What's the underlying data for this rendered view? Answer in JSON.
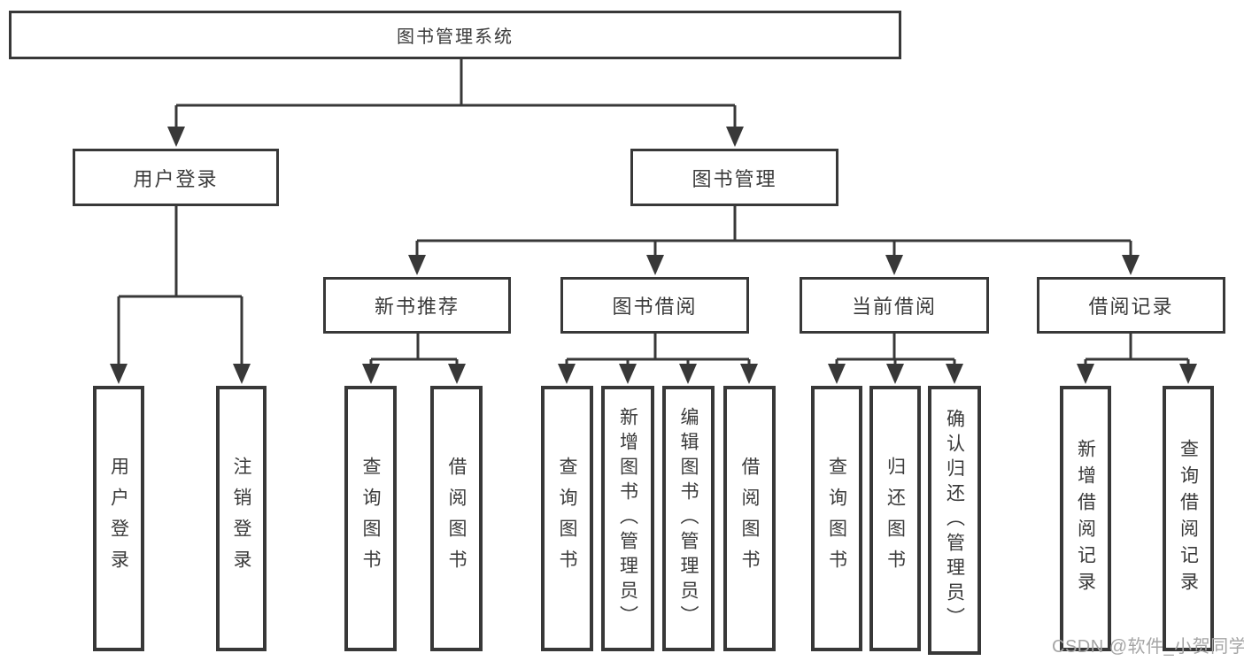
{
  "tree": {
    "label": "图书管理系统",
    "children": [
      {
        "label": "用户登录",
        "children": [
          {
            "label": "用户登录"
          },
          {
            "label": "注销登录"
          }
        ]
      },
      {
        "label": "图书管理",
        "children": [
          {
            "label": "新书推荐",
            "children": [
              {
                "label": "查询图书"
              },
              {
                "label": "借阅图书"
              }
            ]
          },
          {
            "label": "图书借阅",
            "children": [
              {
                "label": "查询图书"
              },
              {
                "label": "新增图书（管理员）"
              },
              {
                "label": "编辑图书（管理员）"
              },
              {
                "label": "借阅图书"
              }
            ]
          },
          {
            "label": "当前借阅",
            "children": [
              {
                "label": "查询图书"
              },
              {
                "label": "归还图书"
              },
              {
                "label": "确认归还（管理员）"
              }
            ]
          },
          {
            "label": "借阅记录",
            "children": [
              {
                "label": "新增借阅记录"
              },
              {
                "label": "查询借阅记录"
              }
            ]
          }
        ]
      }
    ]
  },
  "watermark": {
    "text": "CSDN @软件_小贺同学"
  },
  "colors": {
    "line": "#383838",
    "box_border": "#383838",
    "text": "#3a3a3a",
    "watermark": "#a5a5a5",
    "background": "#ffffff"
  }
}
